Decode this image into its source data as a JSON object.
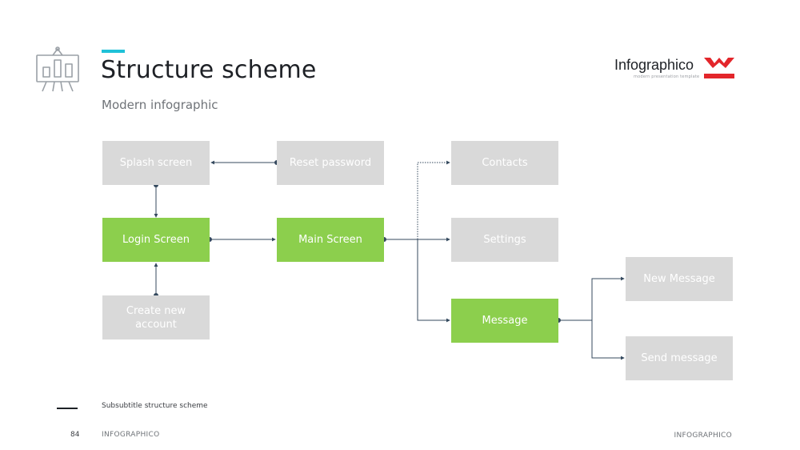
{
  "header": {
    "title": "Structure scheme",
    "subtitle": "Modern infographic",
    "accent_color": "#1fc1d8",
    "icon": "presentation-board-icon"
  },
  "brand": {
    "name": "Infographico",
    "tagline": "modern presentation template",
    "logo": "brand-logo-icon",
    "logo_color": "#e3262b"
  },
  "diagram": {
    "node_colors": {
      "default": "#d9d9d9",
      "highlight": "#8ccf4d",
      "connector": "#34495e"
    },
    "nodes": {
      "splash": "Splash screen",
      "reset": "Reset password",
      "contacts": "Contacts",
      "login": "Login Screen",
      "main": "Main Screen",
      "settings": "Settings",
      "create": "Create new account",
      "message": "Message",
      "new_message": "New Message",
      "send_message": "Send message"
    }
  },
  "footer": {
    "subsubtitle": "Subsubtitle structure scheme",
    "page_number": "84",
    "left_label": "INFOGRAPHICO",
    "right_label": "INFOGRAPHICO"
  }
}
